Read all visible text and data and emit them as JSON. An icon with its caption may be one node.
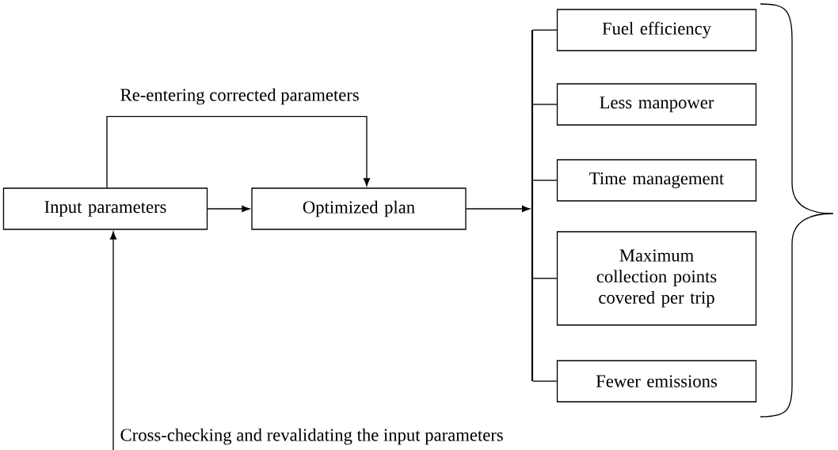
{
  "diagram": {
    "nodes": [
      {
        "text": [
          "Input parameters"
        ]
      },
      {
        "text": [
          "Optimized plan"
        ]
      },
      {
        "text": [
          "Fuel efficiency"
        ]
      },
      {
        "text": [
          "Less manpower"
        ]
      },
      {
        "text": [
          "Time management"
        ]
      },
      {
        "text": [
          "Maximum collection points covered per trip"
        ]
      },
      {
        "text": [
          "Fewer emissions"
        ]
      },
      {
        "text": [],
        "shape": "bar"
      }
    ],
    "edges": [
      {
        "from": 0,
        "to": 1,
        "arrow": "to"
      },
      {
        "from": 0,
        "to": 1,
        "arrow": "to",
        "label": "Re-entering corrected parameters"
      },
      {
        "from": null,
        "to": 0,
        "arrow": "to",
        "label": "Cross-checking and revalidating the input parameters"
      },
      {
        "from": 1,
        "to": 7,
        "arrow": "to"
      },
      {
        "from": 7,
        "to": 2,
        "arrow": "none"
      },
      {
        "from": 7,
        "to": 3,
        "arrow": "none"
      },
      {
        "from": 7,
        "to": 4,
        "arrow": "none"
      },
      {
        "from": 7,
        "to": 5,
        "arrow": "none"
      },
      {
        "from": 7,
        "to": 6,
        "arrow": "none"
      }
    ]
  }
}
